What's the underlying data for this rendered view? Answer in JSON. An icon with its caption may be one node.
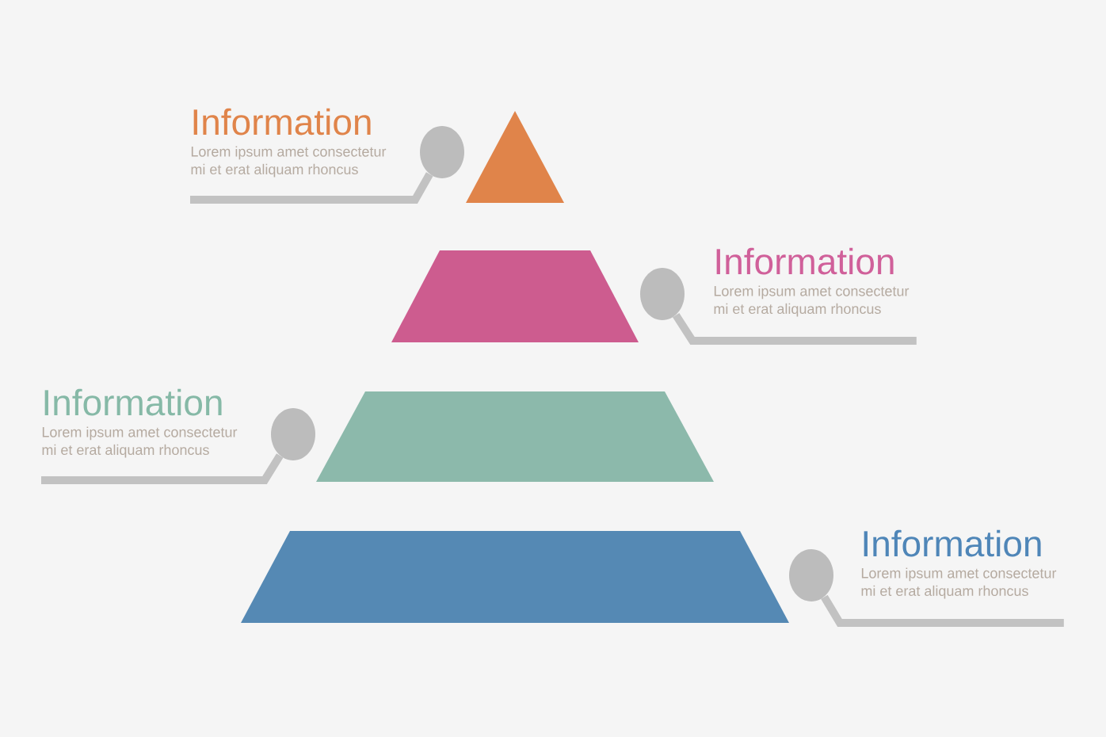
{
  "diagram": {
    "nodes": [
      {
        "text": [
          "Information",
          "Lorem ipsum amet consectetur mi et erat aliquam rhoncus"
        ]
      },
      {
        "text": [],
        "shape": "circle"
      },
      {
        "text": [],
        "shape": "triangle"
      },
      {
        "text": [],
        "shape": "trapezoid"
      },
      {
        "text": [],
        "shape": "circle"
      },
      {
        "text": [
          "Information",
          "Lorem ipsum amet consectetur mi et erat aliquam rhoncus"
        ]
      },
      {
        "text": [
          "Information",
          "Lorem ipsum amet consectetur mi et erat aliquam rhoncus"
        ]
      },
      {
        "text": [],
        "shape": "circle"
      },
      {
        "text": [],
        "shape": "trapezoid"
      },
      {
        "text": [],
        "shape": "trapezoid"
      },
      {
        "text": [],
        "shape": "circle"
      },
      {
        "text": [
          "Information",
          "Lorem ipsum amet consectetur mi et erat aliquam rhoncus"
        ]
      }
    ],
    "edges": [
      {
        "from": 0,
        "to": 1,
        "arrow": "none"
      },
      {
        "from": 5,
        "to": 4,
        "arrow": "none"
      },
      {
        "from": 6,
        "to": 7,
        "arrow": "none"
      },
      {
        "from": 11,
        "to": 10,
        "arrow": "none"
      }
    ]
  }
}
